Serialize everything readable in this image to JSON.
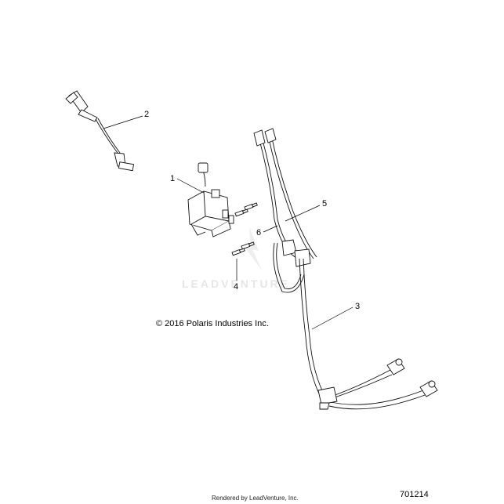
{
  "callouts": [
    {
      "id": "1",
      "label": "1"
    },
    {
      "id": "2",
      "label": "2"
    },
    {
      "id": "3",
      "label": "3"
    },
    {
      "id": "4",
      "label": "4"
    },
    {
      "id": "5",
      "label": "5"
    },
    {
      "id": "6",
      "label": "6"
    }
  ],
  "copyright": "© 2016 Polaris Industries Inc.",
  "watermark": "LEADVENTURE",
  "diagram_id": "701214",
  "footer": "Rendered by LeadVenture, Inc."
}
